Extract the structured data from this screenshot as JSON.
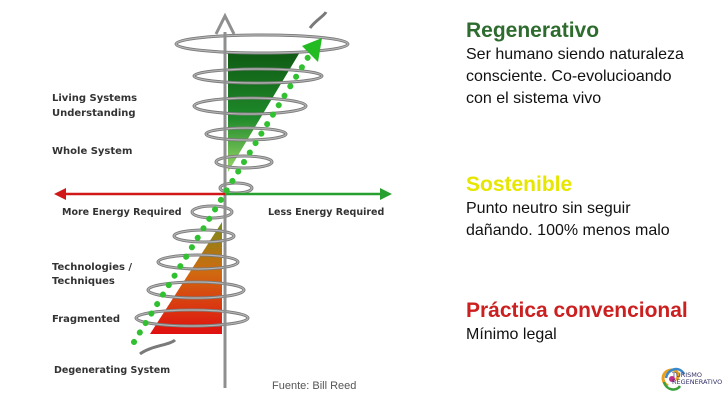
{
  "diagram": {
    "axis_labels": {
      "left": "More Energy Required",
      "right": "Less Energy Required",
      "bottom": "Degenerating System"
    },
    "level_labels": [
      {
        "line1": "Living Systems",
        "line2": "Understanding"
      },
      {
        "line1": "Whole System",
        "line2": ""
      },
      {
        "line1": "Technologies /",
        "line2": "Techniques"
      },
      {
        "line1": "Fragmented",
        "line2": ""
      }
    ],
    "source": "Fuente: Bill Reed"
  },
  "levels": [
    {
      "title": "Regenerativo",
      "color": "#2e6b2e",
      "lines": [
        "Ser humano siendo naturaleza",
        "consciente. Co-evolucioando",
        "con el sistema vivo"
      ]
    },
    {
      "title": "Sostenible",
      "color": "#e6e600",
      "lines": [
        "Punto neutro sin seguir",
        "dañando. 100% menos malo"
      ]
    },
    {
      "title": "Práctica convencional",
      "color": "#cc1f1f",
      "lines": [
        "Mínimo legal"
      ]
    }
  ],
  "logo": {
    "line1": "Turismo",
    "line2": "Regenerativo"
  }
}
